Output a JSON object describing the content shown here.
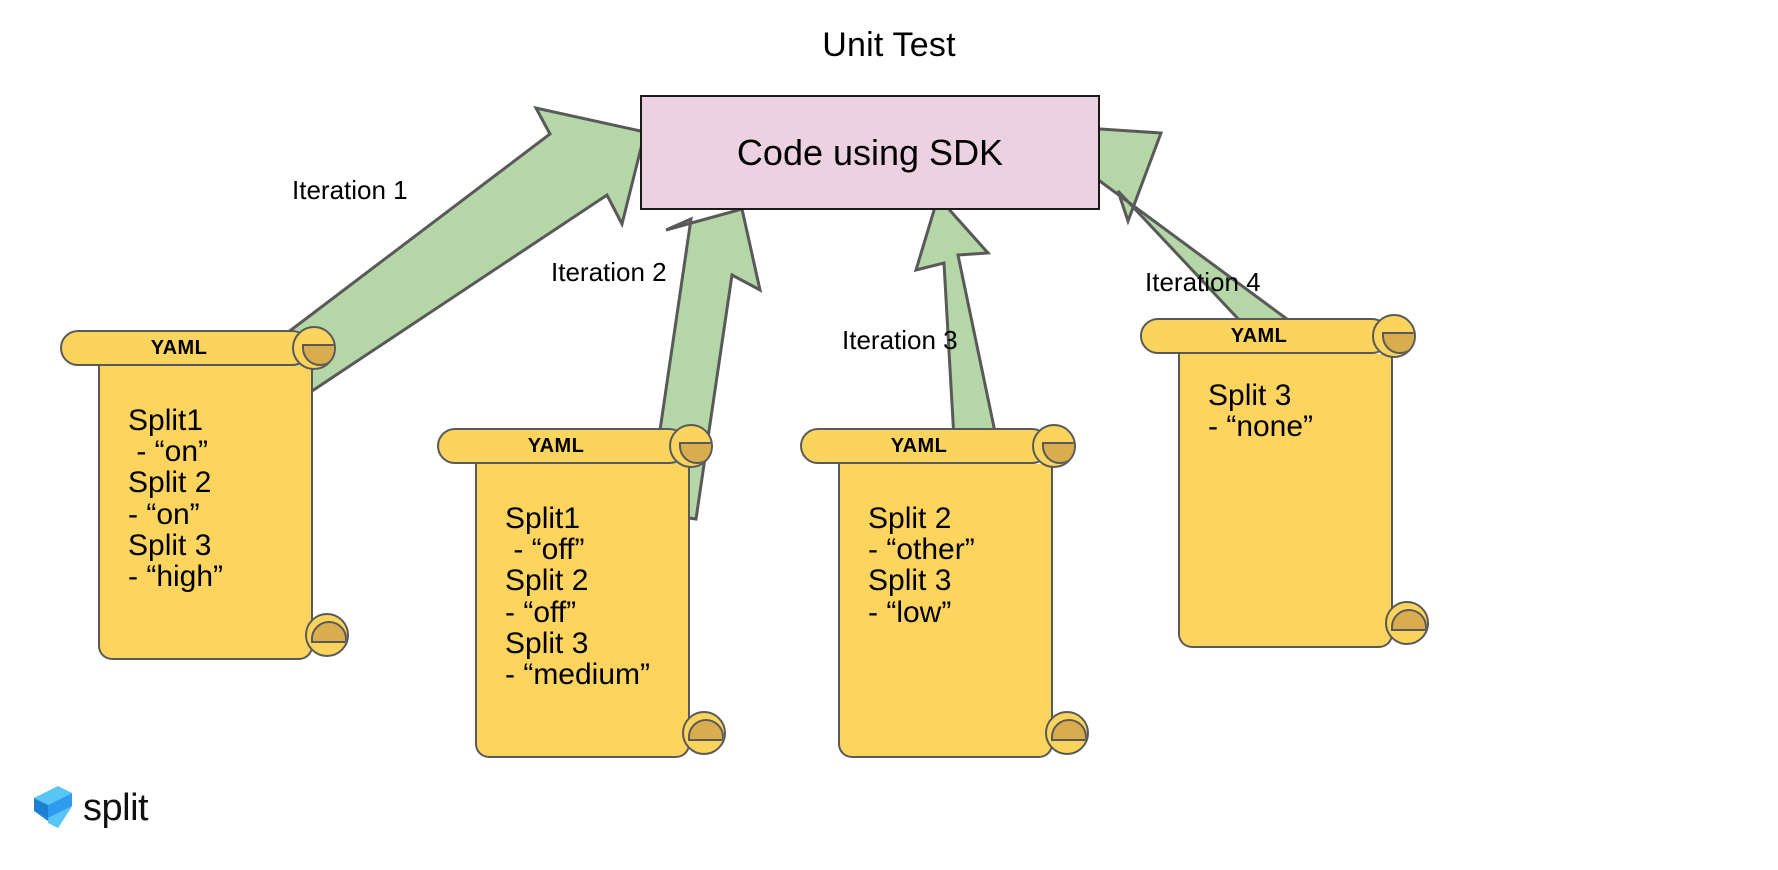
{
  "title": "Unit Test",
  "center_box": {
    "label": "Code using SDK",
    "fill": "#ecd2e0",
    "stroke": "#1a1a1a"
  },
  "arrow_style": {
    "fill": "#b5d6a7",
    "stroke": "#595959"
  },
  "scroll_style": {
    "header_fill": "#fbd45d",
    "body_fill": "#fcd45e",
    "curl_fill": "#d9ad4d",
    "stroke": "#595959"
  },
  "arrows": [
    {
      "name": "iteration-1",
      "label": "Iteration 1"
    },
    {
      "name": "iteration-2",
      "label": "Iteration 2"
    },
    {
      "name": "iteration-3",
      "label": "Iteration 3"
    },
    {
      "name": "iteration-4",
      "label": "Iteration 4"
    }
  ],
  "scrolls": [
    {
      "header": "YAML",
      "lines": "Split1\n - “on”\nSplit 2\n- “on”\nSplit 3\n- “high”"
    },
    {
      "header": "YAML",
      "lines": "Split1\n - “off”\nSplit 2\n- “off”\nSplit 3\n- “medium”"
    },
    {
      "header": "YAML",
      "lines": "Split 2\n- “other”\nSplit 3\n- “low”"
    },
    {
      "header": "YAML",
      "lines": "Split 3\n- “none”"
    }
  ],
  "logo": {
    "wordmark": "split",
    "colors": {
      "dark": "#1b7fd4",
      "mid": "#2e9bef",
      "light": "#57c6f5"
    }
  }
}
